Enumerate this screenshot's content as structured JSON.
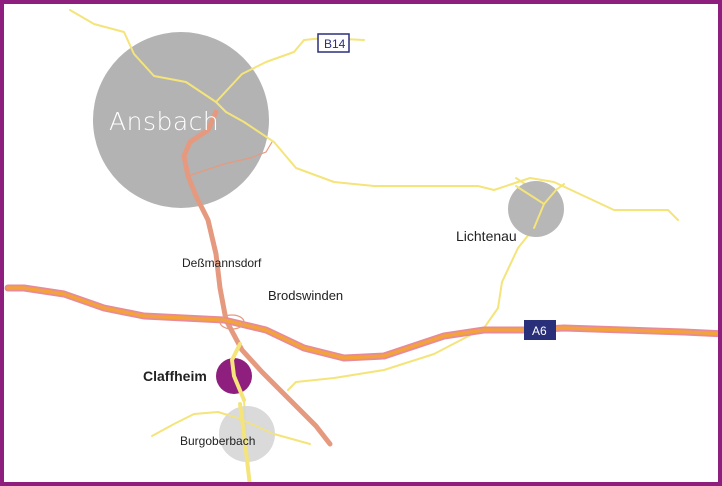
{
  "map": {
    "colors": {
      "frame": "#8e1f7f",
      "highlight_town": "#8e1f7f",
      "town_circle": "#b3b3b3",
      "town_circle_light": "#d6d6d6",
      "highway": "#f2a33a",
      "highway_edge": "#e88a9a",
      "main_road": "#e59a80",
      "minor_road": "#f4e47a"
    },
    "towns": {
      "ansbach": "Ansbach",
      "lichtenau": "Lichtenau",
      "dessmannsdorf": "Deßmannsdorf",
      "brodswinden": "Brodswinden",
      "claffheim": "Claffheim",
      "burgoberbach": "Burgoberbach"
    },
    "road_signs": {
      "b14": "B14",
      "a6": "A6"
    }
  }
}
